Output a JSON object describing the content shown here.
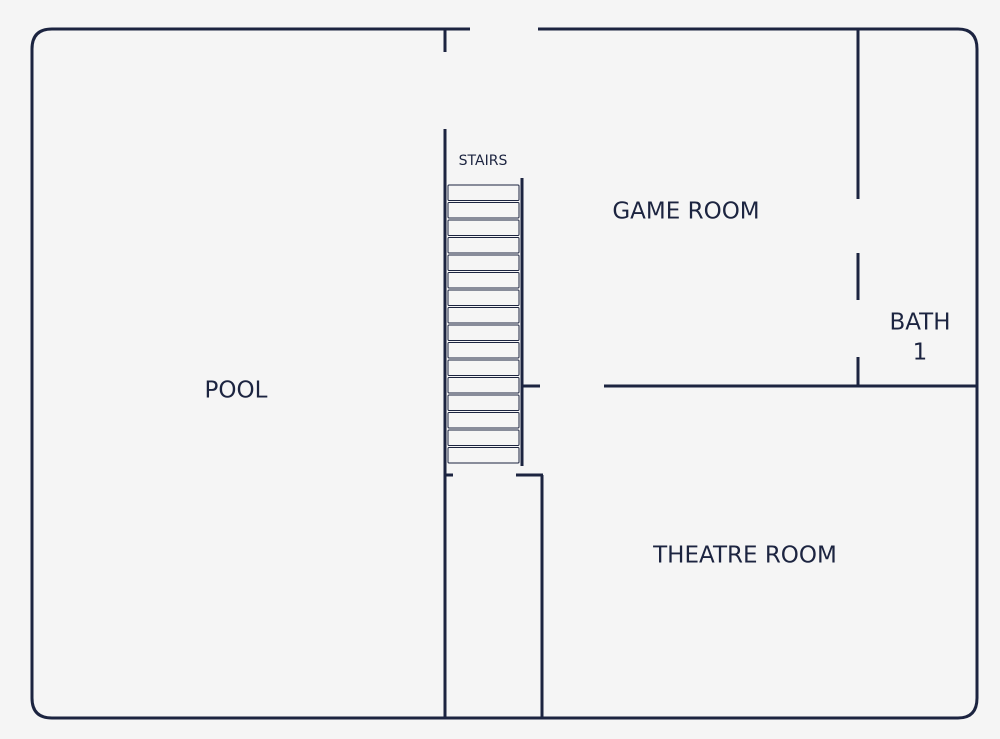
{
  "rooms": {
    "pool": "POOL",
    "stairs": "STAIRS",
    "game_room": "GAME ROOM",
    "bath_line1": "BATH",
    "bath_line2": "1",
    "theatre_room": "THEATRE ROOM"
  },
  "stair_step_count": 16,
  "colors": {
    "wall": "#1c2440",
    "background": "#f5f5f5"
  }
}
